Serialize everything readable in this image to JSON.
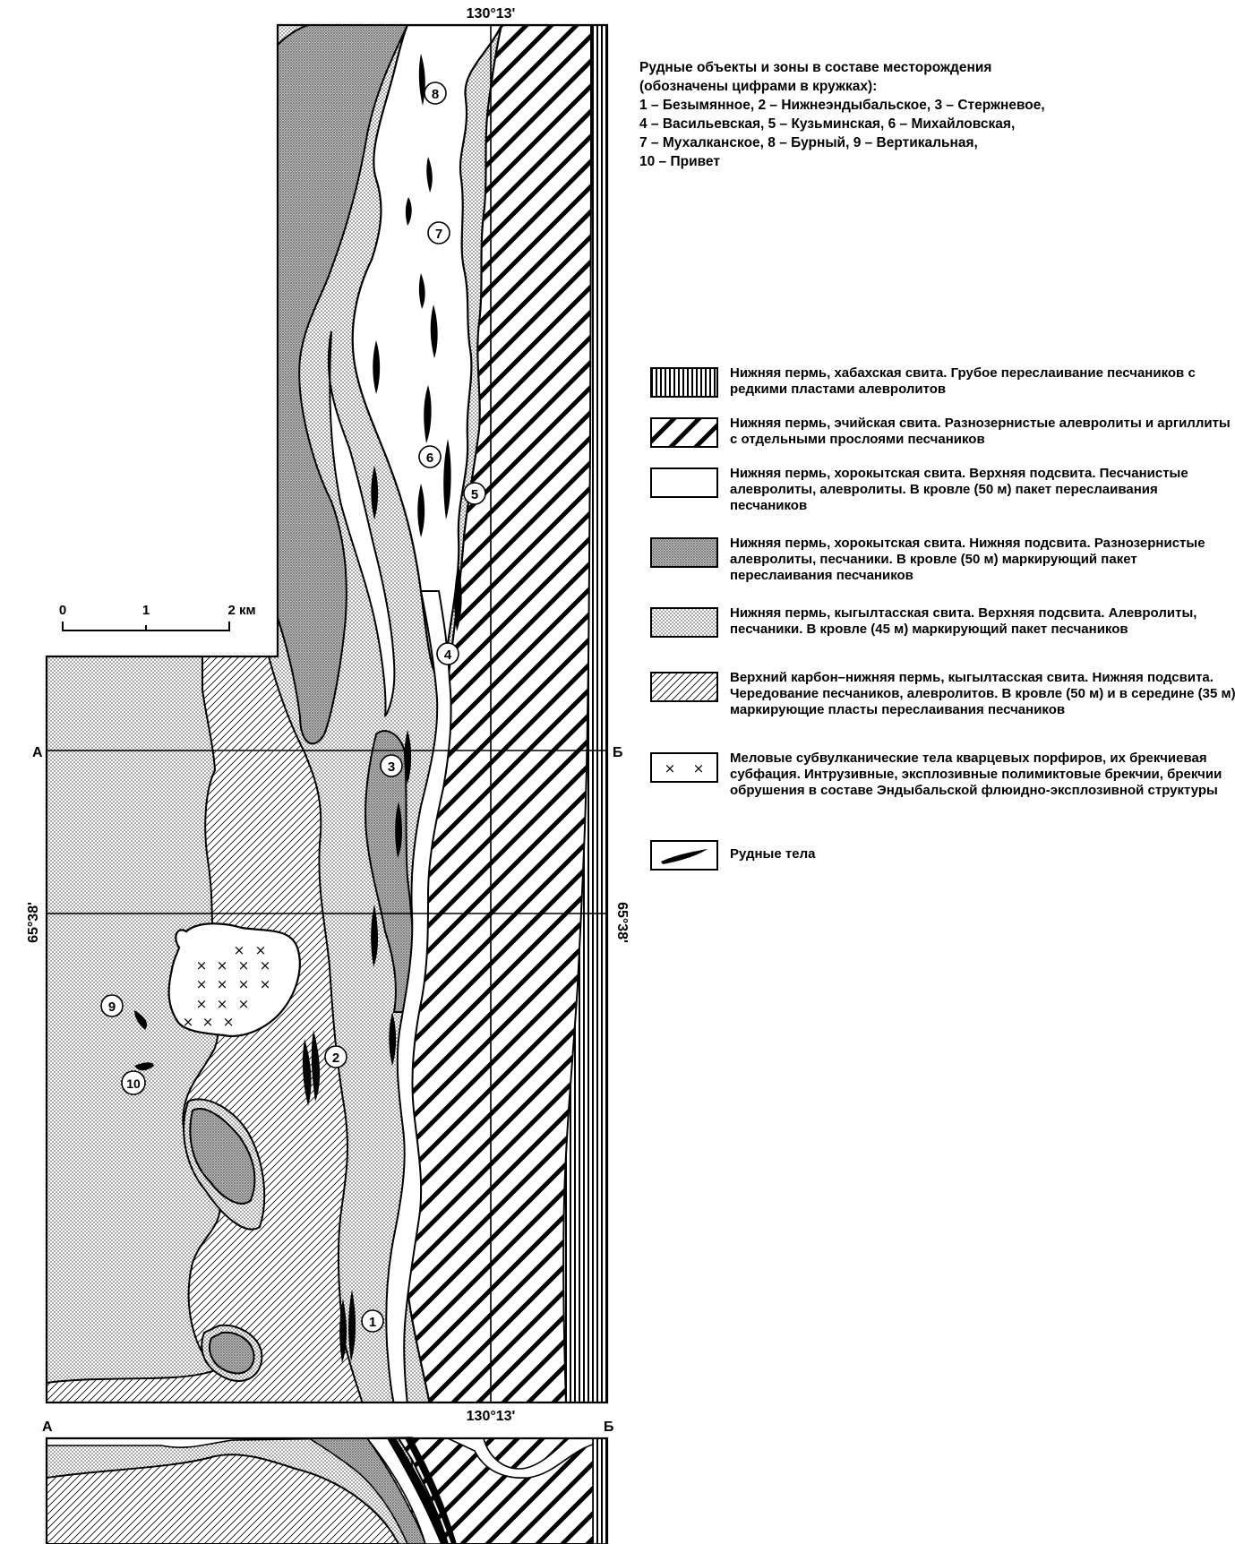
{
  "map": {
    "longitude_top": "130°13'",
    "longitude_bottom": "130°13'",
    "latitude_left": "65°38'",
    "latitude_right": "65°38'",
    "section_line_left": "А",
    "section_line_right": "Б",
    "section_left": "А",
    "section_right": "Б",
    "scale_labels": [
      "0",
      "1",
      "2 км"
    ],
    "ore_object_numbers": [
      "1",
      "2",
      "3",
      "4",
      "5",
      "6",
      "7",
      "8",
      "9",
      "10"
    ]
  },
  "ore_objects": {
    "title_lines": [
      "Рудные объекты и зоны в составе месторождения",
      "(обозначены цифрами в кружках):",
      "1 – Безымянное,  2 – Нижнеэндыбальское, 3 – Стержневое,",
      "4 –  Васильевская, 5 – Кузьминская, 6 – Михайловская,",
      "7 – Мухалканское, 8 – Бурный, 9 – Вертикальная,",
      "10 – Привет"
    ]
  },
  "legend": [
    {
      "pattern": "vertical-lines",
      "text": "Нижняя пермь, хабахская свита. Грубое переслаивание песчаников с редкими пластами алевролитов"
    },
    {
      "pattern": "diagonal-thick",
      "text": "Нижняя пермь, эчийская свита. Разнозернистые алевролиты и аргиллиты с отдельными прослоями песчаников"
    },
    {
      "pattern": "blank",
      "text": "Нижняя пермь, хорокытская свита. Верхняя подсвита. Песчанистые алевролиты, алевролиты. В кровле (50 м) пакет переслаивания песчаников"
    },
    {
      "pattern": "dense-dots",
      "text": "Нижняя пермь, хорокытская свита. Нижняя подсвита. Разнозернистые алевролиты, песчаники. В кровле (50 м) маркирующий пакет переслаивания песчаников"
    },
    {
      "pattern": "light-dots",
      "text": "Нижняя пермь, кыгылтасская свита. Верхняя подсвита. Алевролиты, песчаники. В кровле (45 м) маркирующий пакет песчаников"
    },
    {
      "pattern": "diagonal-thin",
      "text": "Верхний карбон–нижняя пермь, кыгылтасская свита. Нижняя подсвита. Чередование песчаников, алевролитов. В кровле (50 м) и в середине (35 м) маркирующие пласты переслаивания песчаников"
    },
    {
      "pattern": "crosses",
      "text": "Меловые субвулканические тела кварцевых порфиров, их брекчиевая субфация. Интрузивные, эксплозивные полимиктовые брекчии, брекчии обрушения в составе Эндыбальской флюидно-эксплозивной структуры"
    },
    {
      "pattern": "ore-body",
      "text": "Рудные тела"
    }
  ]
}
